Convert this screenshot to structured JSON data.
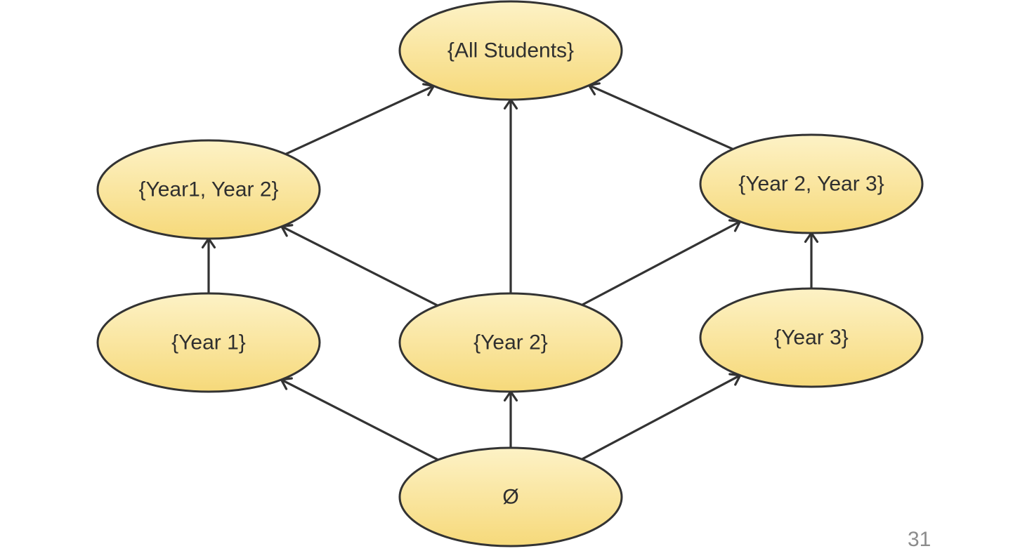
{
  "diagram": {
    "nodes": [
      {
        "id": "all",
        "label": "{All Students}"
      },
      {
        "id": "y12",
        "label": "{Year1, Year 2}"
      },
      {
        "id": "y23",
        "label": "{Year 2, Year 3}"
      },
      {
        "id": "y1",
        "label": "{Year 1}"
      },
      {
        "id": "y2",
        "label": "{Year 2}"
      },
      {
        "id": "y3",
        "label": "{Year 3}"
      },
      {
        "id": "empty",
        "label": "Ø"
      }
    ],
    "edges": [
      {
        "from": "empty",
        "to": "y1"
      },
      {
        "from": "empty",
        "to": "y2"
      },
      {
        "from": "empty",
        "to": "y3"
      },
      {
        "from": "y1",
        "to": "y12"
      },
      {
        "from": "y2",
        "to": "y12"
      },
      {
        "from": "y2",
        "to": "all"
      },
      {
        "from": "y2",
        "to": "y23"
      },
      {
        "from": "y3",
        "to": "y23"
      },
      {
        "from": "y12",
        "to": "all"
      },
      {
        "from": "y23",
        "to": "all"
      }
    ],
    "colors": {
      "node_fill_top": "#fdf2c6",
      "node_fill_bottom": "#f6d97a",
      "stroke": "#333333",
      "text": "#2f2f2f"
    }
  },
  "page_number": "31"
}
